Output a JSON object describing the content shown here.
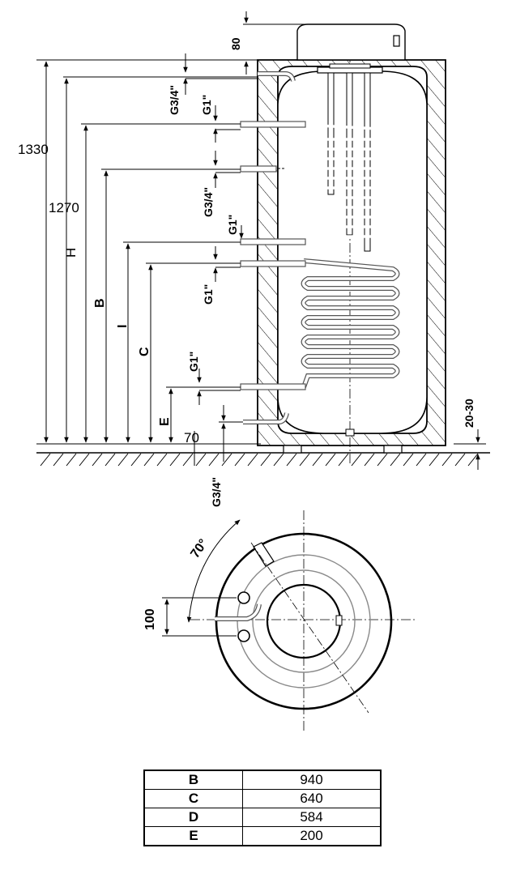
{
  "dimensions": {
    "top_clearance": "80",
    "total_height": "1330",
    "height_1270": "1270",
    "H": "H",
    "B": "B",
    "I": "I",
    "C": "C",
    "E": "E",
    "bottom_70": "70",
    "feet": "20-30"
  },
  "connections": {
    "top_outlet": "G3/4\"",
    "upper_coil_in": "G1\"",
    "middle": "G3/4\"",
    "upper_coil_out": "G1\"",
    "lower_coil_in": "G1\"",
    "lower_coil_out": "G1\"",
    "bottom_inlet": "G3/4\""
  },
  "plan_view": {
    "angle": "70°",
    "spacing": "100"
  },
  "table": {
    "rows": [
      {
        "key": "B",
        "value": "940"
      },
      {
        "key": "C",
        "value": "640"
      },
      {
        "key": "D",
        "value": "584"
      },
      {
        "key": "E",
        "value": "200"
      }
    ]
  }
}
